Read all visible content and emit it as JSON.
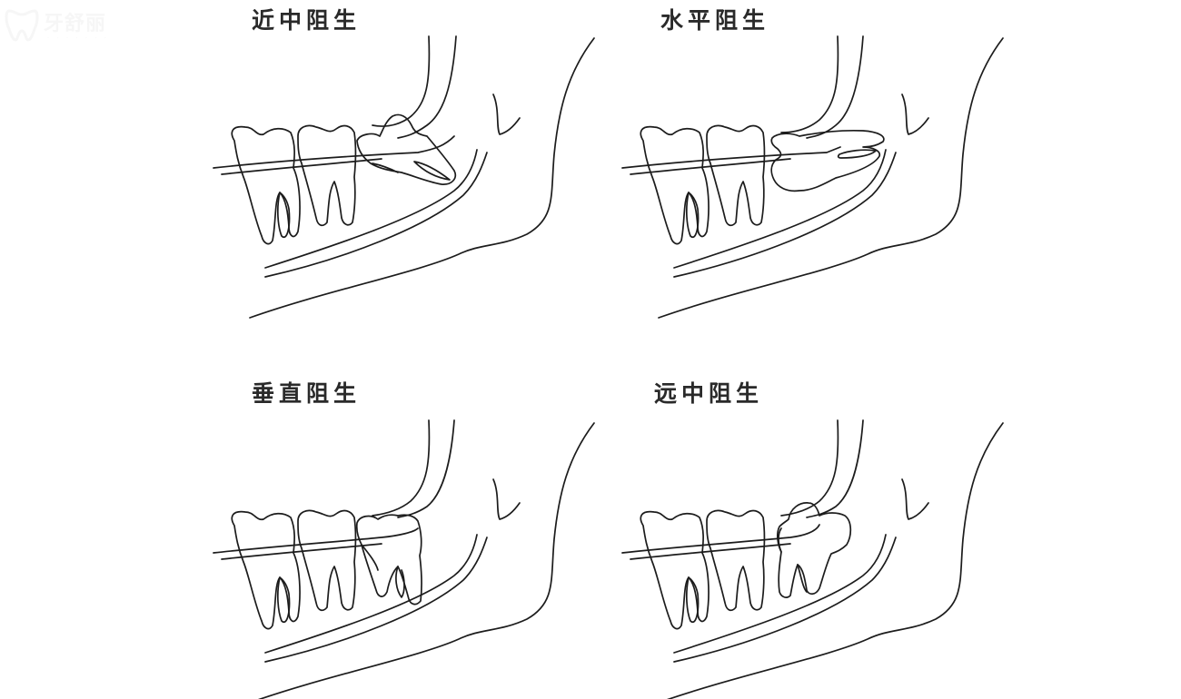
{
  "watermark": {
    "brand": "牙舒丽",
    "icon": "tooth-logo-icon"
  },
  "diagram": {
    "subject": "Wisdom tooth impaction types",
    "panels": [
      {
        "id": "mesioangular",
        "title": "近中阻生"
      },
      {
        "id": "horizontal",
        "title": "水平阻生"
      },
      {
        "id": "vertical",
        "title": "垂直阻生"
      },
      {
        "id": "distoangular",
        "title": "远中阻生"
      }
    ]
  },
  "colors": {
    "background": "#ffffff",
    "line": "#1c1c1c",
    "title": "#2a2a2a"
  }
}
